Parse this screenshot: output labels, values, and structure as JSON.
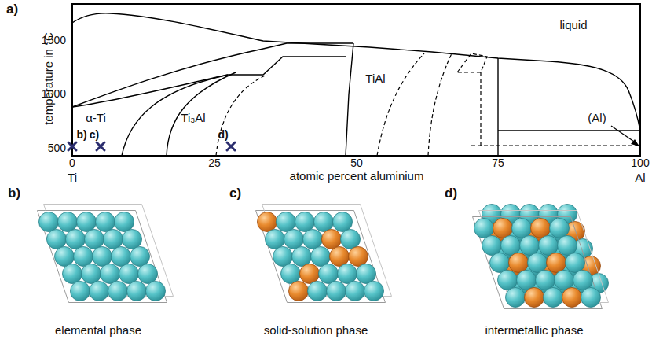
{
  "diagram": {
    "labels": [
      "a)",
      "temperature in °C",
      "1500",
      "1000",
      "500",
      "liquid",
      "α-Ti",
      "Ti₃Al",
      "TiAl",
      "(Al)",
      "b)",
      "c)",
      "d)",
      "0",
      "25",
      "50",
      "75",
      "100",
      "atomic percent aluminium",
      "Ti",
      "Al",
      "b)",
      "c)",
      "d)",
      "elemental phase",
      "solid-solution phase",
      "intermetallic phase"
    ]
  }
}
